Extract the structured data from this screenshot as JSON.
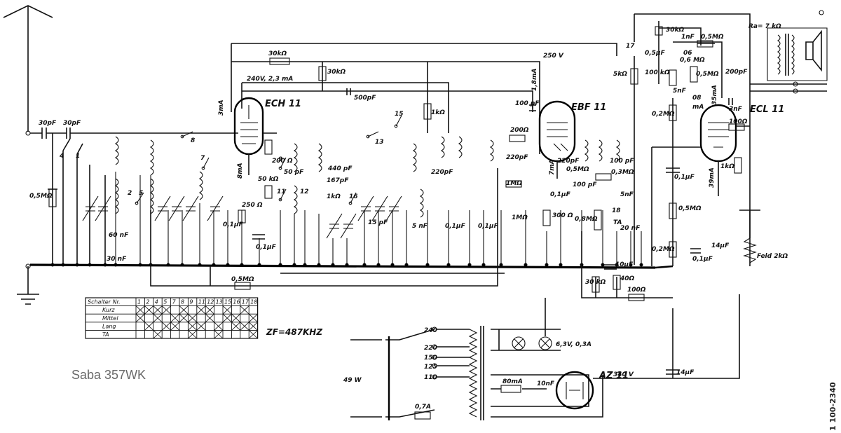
{
  "caption": "Saba 357WK",
  "side_text": "1 100-2340",
  "tubes": [
    {
      "name": "ECH 11",
      "current": "3mA",
      "supply": "240V, 2,3 mA",
      "cathode_current": "8mA"
    },
    {
      "name": "EBF 11",
      "current": "1,8mA",
      "cathode_current": "7mA"
    },
    {
      "name": "ECL 11",
      "current": "35mA",
      "cathode_current": "39mA"
    },
    {
      "name": "AZ 11"
    }
  ],
  "labels": {
    "r30k_top": "30kΩ",
    "r30k_mid": "30kΩ",
    "v250": "250 V",
    "c500p": "500pF",
    "c30p_a": "30pF",
    "c30p_b": "30pF",
    "r05m_ant": "0,5MΩ",
    "r1k_if": "1kΩ",
    "r200_osc": "200 Ω",
    "r50k": "50 kΩ",
    "c50p": "50 pF",
    "r250": "250 Ω",
    "c01u_a": "0,1µF",
    "c01u_b": "0,1µF",
    "c440p": "440 pF",
    "c167p": "167pF",
    "r1k_osc": "1kΩ",
    "c15p": "15 pF",
    "c5n_a": "5 nF",
    "c60n": "60 nF",
    "c30n": "30 nF",
    "c220p_a": "220pF",
    "c220p_b": "220pF",
    "c01u_c": "0,1µF",
    "c01u_d": "0,1µF",
    "r1m_a": "1MΩ",
    "r1m_b": "1MΩ",
    "r200_ebf": "200Ω",
    "c100p_a": "100 pF",
    "r300": "300 Ω",
    "c220p_c": "220pF",
    "c100p_b": "100 pF",
    "r05m_ebf": "0,5MΩ",
    "c100p_c": "100 pF",
    "r03m": "0,3MΩ",
    "c01u_e": "0,1µF",
    "c5n_b": "5nF",
    "pot08m": "0,8MΩ",
    "ta": "TA",
    "c20n": "20 nF",
    "c10u": "10µF",
    "r30k_bias": "30 kΩ",
    "r40": "40Ω",
    "r100_bias": "100Ω",
    "r05m_bottom": "0,5MΩ",
    "r5k": "5kΩ",
    "r100k": "100 kΩ",
    "r02m_a": "0,2MΩ",
    "r02m_b": "0,2MΩ",
    "c01u_f": "0,1µF",
    "c01u_g": "0,1µF",
    "r05m_ecl": "0,5MΩ",
    "r30k_ecl": "30kΩ",
    "c05u": "0,5µF",
    "c1n": "1nF",
    "r05m_tone": "0,5MΩ",
    "pot06m": "0,6 MΩ",
    "r05m_tone2": "0,5MΩ",
    "c200p": "200pF",
    "c5n_tone": "5nF",
    "r100_ecl": "100Ω",
    "r1k_ecl": "1kΩ",
    "c3n": "3nF",
    "ra": "Ra= 7 kΩ",
    "c14u_a": "14µF",
    "c14u_b": "14µF",
    "feld": "Feld 2kΩ",
    "zf": "ZF=487KHZ",
    "lamp": "6,3V, 0,3A",
    "r80m": "80mA",
    "c10n": "10nF",
    "v340": "340 V",
    "power": "49 W",
    "fuse": "0,7A",
    "mains": [
      "240",
      "220",
      "150",
      "125",
      "110"
    ],
    "sw_nums": [
      "1",
      "2",
      "4",
      "5",
      "7",
      "8",
      "9",
      "11",
      "12",
      "13",
      "15",
      "16",
      "17",
      "18"
    ],
    "node_06": "06",
    "node_08": "08",
    "ma": "mA"
  },
  "switch_table": {
    "header": [
      "Schalter Nr.",
      "1",
      "2",
      "4",
      "5",
      "7",
      "8",
      "9",
      "11",
      "12",
      "13",
      "15",
      "16",
      "17",
      "18"
    ],
    "rows": [
      "Kurz",
      "Mittel",
      "Lang",
      "TA"
    ]
  }
}
